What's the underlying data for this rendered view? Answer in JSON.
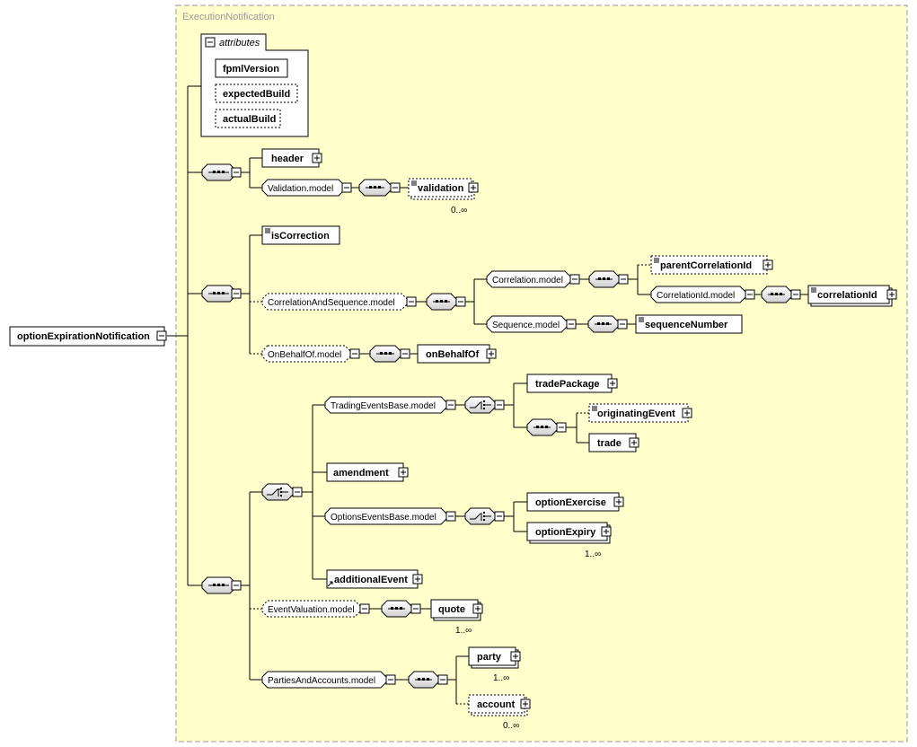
{
  "diagram": {
    "type_title": "ExecutionNotification",
    "root": "optionExpirationNotification",
    "attributes": {
      "title": "attributes",
      "items": [
        "fpmlVersion",
        "expectedBuild",
        "actualBuild"
      ]
    },
    "elements": {
      "header": "header",
      "validation_model": "Validation.model",
      "validation": "validation",
      "isCorrection": "isCorrection",
      "correlation_and_sequence_model": "CorrelationAndSequence.model",
      "correlation_model": "Correlation.model",
      "parentCorrelationId": "parentCorrelationId",
      "correlationId_model": "CorrelationId.model",
      "correlationId": "correlationId",
      "sequence_model": "Sequence.model",
      "sequenceNumber": "sequenceNumber",
      "onBehalfOf_model": "OnBehalfOf.model",
      "onBehalfOf": "onBehalfOf",
      "trading_events_base_model": "TradingEventsBase.model",
      "tradePackage": "tradePackage",
      "originatingEvent": "originatingEvent",
      "trade": "trade",
      "amendment": "amendment",
      "options_events_base_model": "OptionsEventsBase.model",
      "optionExercise": "optionExercise",
      "optionExpiry": "optionExpiry",
      "additionalEvent": "additionalEvent",
      "event_valuation_model": "EventValuation.model",
      "quote": "quote",
      "parties_and_accounts_model": "PartiesAndAccounts.model",
      "party": "party",
      "account": "account"
    },
    "cardinalities": {
      "validation": "0..∞",
      "optionExpiry": "1..∞",
      "quote": "1..∞",
      "party": "1..∞",
      "account": "0..∞"
    },
    "colors": {
      "type_background": "#ffffcc",
      "type_border": "#999999",
      "line": "#000000"
    }
  }
}
